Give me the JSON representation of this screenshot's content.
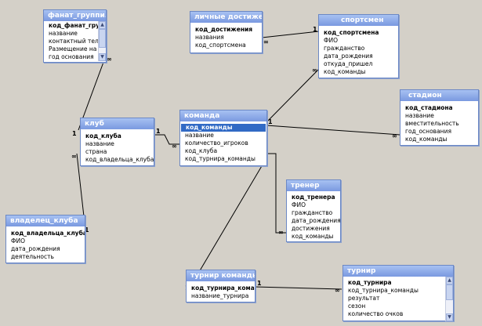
{
  "tables": {
    "fanat": {
      "title": "фанат_группи...",
      "fields": [
        "код_фанат_группи",
        "название",
        "контактный телеф",
        "Размещение на ст",
        "год основания"
      ]
    },
    "dost": {
      "title": "личные достиже...",
      "fields": [
        "код_достижения",
        "названия",
        "код_спортсмена"
      ]
    },
    "sportsmen": {
      "title": "спортсмен",
      "fields": [
        "код_спортсмена",
        "ФИО",
        "гражданство",
        "дата_рождения",
        "откуда_пришел",
        "код_команды"
      ]
    },
    "klub": {
      "title": "клуб",
      "fields": [
        "код_клуба",
        "название",
        "страна",
        "код_владельца_клуба"
      ]
    },
    "komanda": {
      "title": "команда",
      "fields": [
        "код_команды",
        "название",
        "количество_игроков",
        "код_клуба",
        "код_турнира_команды"
      ]
    },
    "stadion": {
      "title": "стадион",
      "fields": [
        "код_стадиона",
        "название",
        "вместительность",
        "год_основания",
        "код_команды"
      ]
    },
    "trener": {
      "title": "тренер",
      "fields": [
        "код_тренера",
        "ФИО",
        "гражданство",
        "дата_рождения",
        "достижения",
        "код_команды"
      ]
    },
    "vladelec": {
      "title": "владелец_клуба",
      "fields": [
        "код_владельца_клуба",
        "ФИО",
        "дата_рождения",
        "деятельность"
      ]
    },
    "turnir_komandy": {
      "title": "турнир команды",
      "fields": [
        "код_турнира_команды",
        "название_турнира"
      ]
    },
    "turnir": {
      "title": "турнир",
      "fields": [
        "код_турнира",
        "код_турнира_команды",
        "результат",
        "сезон",
        "количество очков"
      ]
    }
  },
  "rel": {
    "one": "1",
    "many": "∞"
  }
}
